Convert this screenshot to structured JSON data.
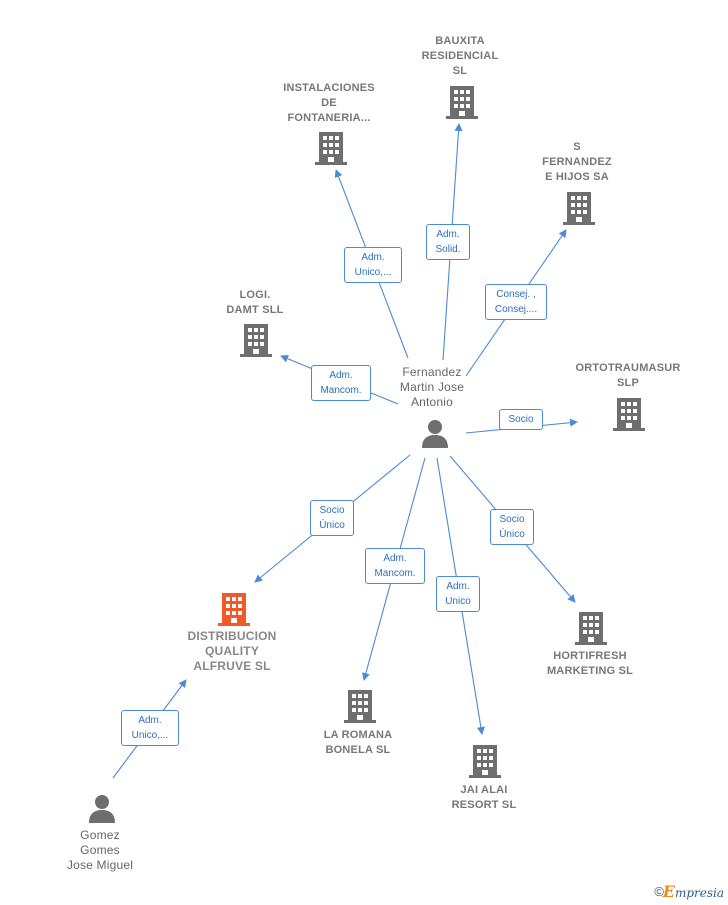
{
  "center": {
    "name": "Fernandez Martin Jose Antonio",
    "lines": [
      "Fernandez",
      "Martin Jose",
      "Antonio"
    ]
  },
  "companies": {
    "bauxita": {
      "lines": [
        "BAUXITA",
        "RESIDENCIAL",
        "SL"
      ]
    },
    "instalaciones": {
      "lines": [
        "INSTALACIONES",
        "DE",
        "FONTANERIA..."
      ]
    },
    "sfernandez": {
      "lines": [
        "S",
        "FERNANDEZ",
        "E HIJOS SA"
      ]
    },
    "logi": {
      "lines": [
        "LOGI.",
        "DAMT SLL"
      ]
    },
    "ortotraumasur": {
      "lines": [
        "ORTOTRAUMASUR",
        "SLP"
      ]
    },
    "distribucion": {
      "lines": [
        "DISTRIBUCION",
        "QUALITY",
        "ALFRUVE  SL"
      ]
    },
    "laromana": {
      "lines": [
        "LA ROMANA",
        "BONELA SL"
      ]
    },
    "jaialai": {
      "lines": [
        "JAI ALAI",
        "RESORT SL"
      ]
    },
    "hortifresh": {
      "lines": [
        "HORTIFRESH",
        "MARKETING SL"
      ]
    }
  },
  "person2": {
    "lines": [
      "Gomez",
      "Gomes",
      "Jose Miguel"
    ]
  },
  "edge_labels": {
    "bauxita": [
      "Adm.",
      "Solid."
    ],
    "instalaciones": [
      "Adm.",
      "Unico,..."
    ],
    "sfernandez": [
      "Consej. ,",
      "Consej...."
    ],
    "logi": [
      "Adm.",
      "Mancom."
    ],
    "ortotraumasur": [
      "Socio"
    ],
    "distribucion": [
      "Socio",
      "Único"
    ],
    "laromana": [
      "Adm.",
      "Mancom."
    ],
    "jaialai": [
      "Adm.",
      "Unico"
    ],
    "hortifresh": [
      "Socio",
      "Único"
    ],
    "gomez": [
      "Adm.",
      "Unico,..."
    ]
  },
  "colors": {
    "edge": "#4a8ad6",
    "building": "#6e6e6e",
    "focus_building": "#f05a28",
    "person": "#6e6e6e"
  },
  "watermark": {
    "copyright": "©",
    "brand_initial": "E",
    "brand_rest": "mpresia"
  }
}
